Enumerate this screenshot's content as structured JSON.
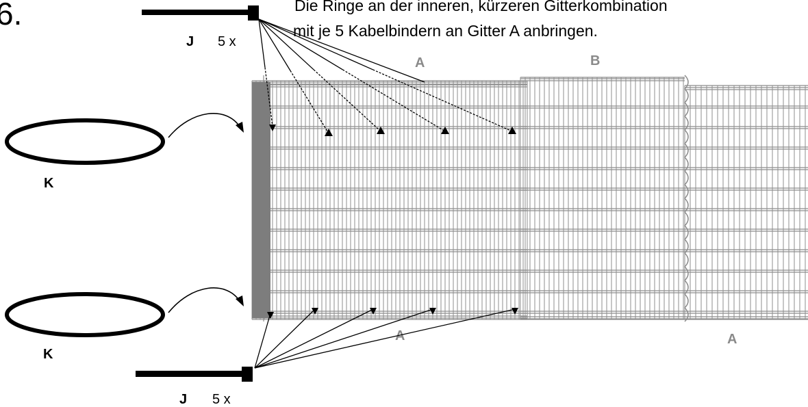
{
  "step_number": "6.",
  "instruction_line1": "Die Ringe an der inneren, kürzeren Gitterkombination",
  "instruction_line2": "mit je 5 Kabelbindern an Gitter A anbringen.",
  "panel_labels": {
    "top_a": "A",
    "top_b": "B",
    "bottom_a_left": "A",
    "bottom_a_right": "A"
  },
  "parts": {
    "cable_tie_top_letter": "J",
    "cable_tie_top_qty": "5 x",
    "cable_tie_bottom_letter": "J",
    "cable_tie_bottom_qty": "5 x",
    "ring_top_letter": "K",
    "ring_bottom_letter": "K"
  },
  "colors": {
    "grid": "#8c8c8c",
    "post": "#7d7d7d",
    "ink": "#000000",
    "label_grey": "#8a8a8a"
  }
}
